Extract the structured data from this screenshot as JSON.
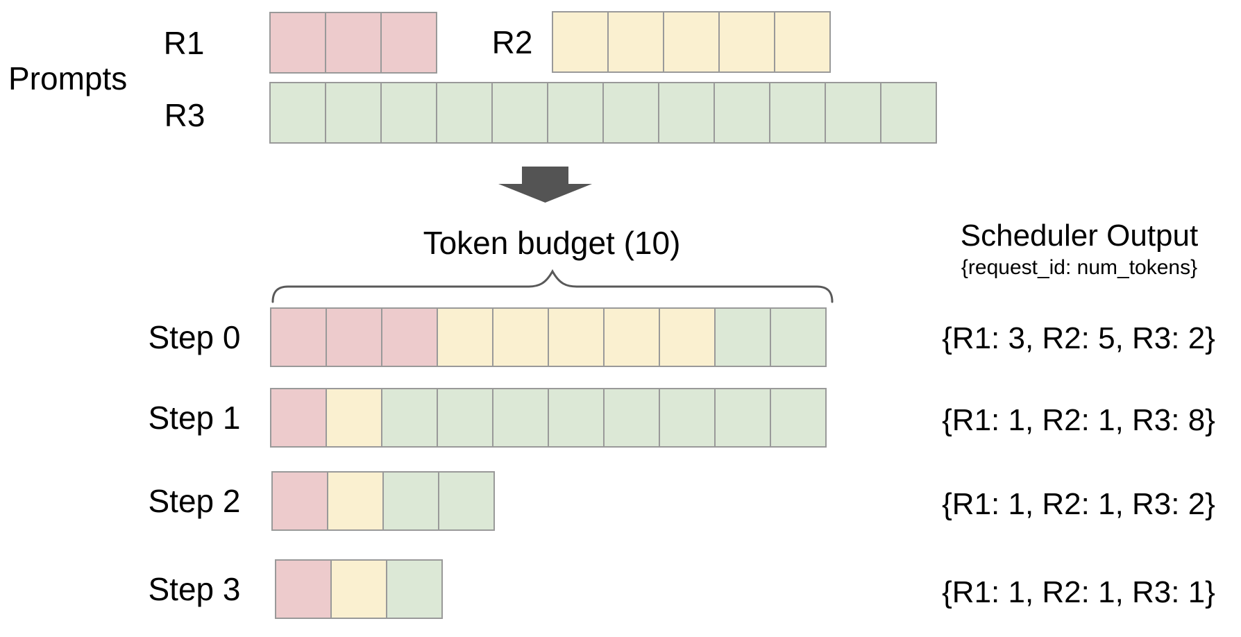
{
  "palette": {
    "border": "#999999",
    "arrow": "#545454",
    "brace": "#595959",
    "text": "#000000"
  },
  "request_colors": {
    "R1": "#edcbcc",
    "R2": "#faf0d0",
    "R3": "#dce8d6"
  },
  "prompts": {
    "section_label": "Prompts",
    "rows": [
      {
        "label": "R1",
        "segments": [
          {
            "request": "R1",
            "tokens": 3
          }
        ]
      },
      {
        "label": "R2",
        "segments": [
          {
            "request": "R2",
            "tokens": 5
          }
        ]
      },
      {
        "label": "R3",
        "segments": [
          {
            "request": "R3",
            "tokens": 12
          }
        ]
      }
    ]
  },
  "token_budget": {
    "label": "Token budget (10)",
    "value": 10
  },
  "scheduler_output": {
    "title": "Scheduler Output",
    "subtitle": "{request_id: num_tokens}"
  },
  "steps": [
    {
      "label": "Step 0",
      "segments": [
        {
          "request": "R1",
          "tokens": 3
        },
        {
          "request": "R2",
          "tokens": 5
        },
        {
          "request": "R3",
          "tokens": 2
        }
      ],
      "output": "{R1: 3, R2: 5, R3: 2}"
    },
    {
      "label": "Step 1",
      "segments": [
        {
          "request": "R1",
          "tokens": 1
        },
        {
          "request": "R2",
          "tokens": 1
        },
        {
          "request": "R3",
          "tokens": 8
        }
      ],
      "output": "{R1: 1, R2: 1, R3: 8}"
    },
    {
      "label": "Step 2",
      "segments": [
        {
          "request": "R1",
          "tokens": 1
        },
        {
          "request": "R2",
          "tokens": 1
        },
        {
          "request": "R3",
          "tokens": 2
        }
      ],
      "output": "{R1: 1, R2: 1, R3: 2}"
    },
    {
      "label": "Step 3",
      "segments": [
        {
          "request": "R1",
          "tokens": 1
        },
        {
          "request": "R2",
          "tokens": 1
        },
        {
          "request": "R3",
          "tokens": 1
        }
      ],
      "output": "{R1: 1, R2: 1, R3: 1}"
    }
  ]
}
